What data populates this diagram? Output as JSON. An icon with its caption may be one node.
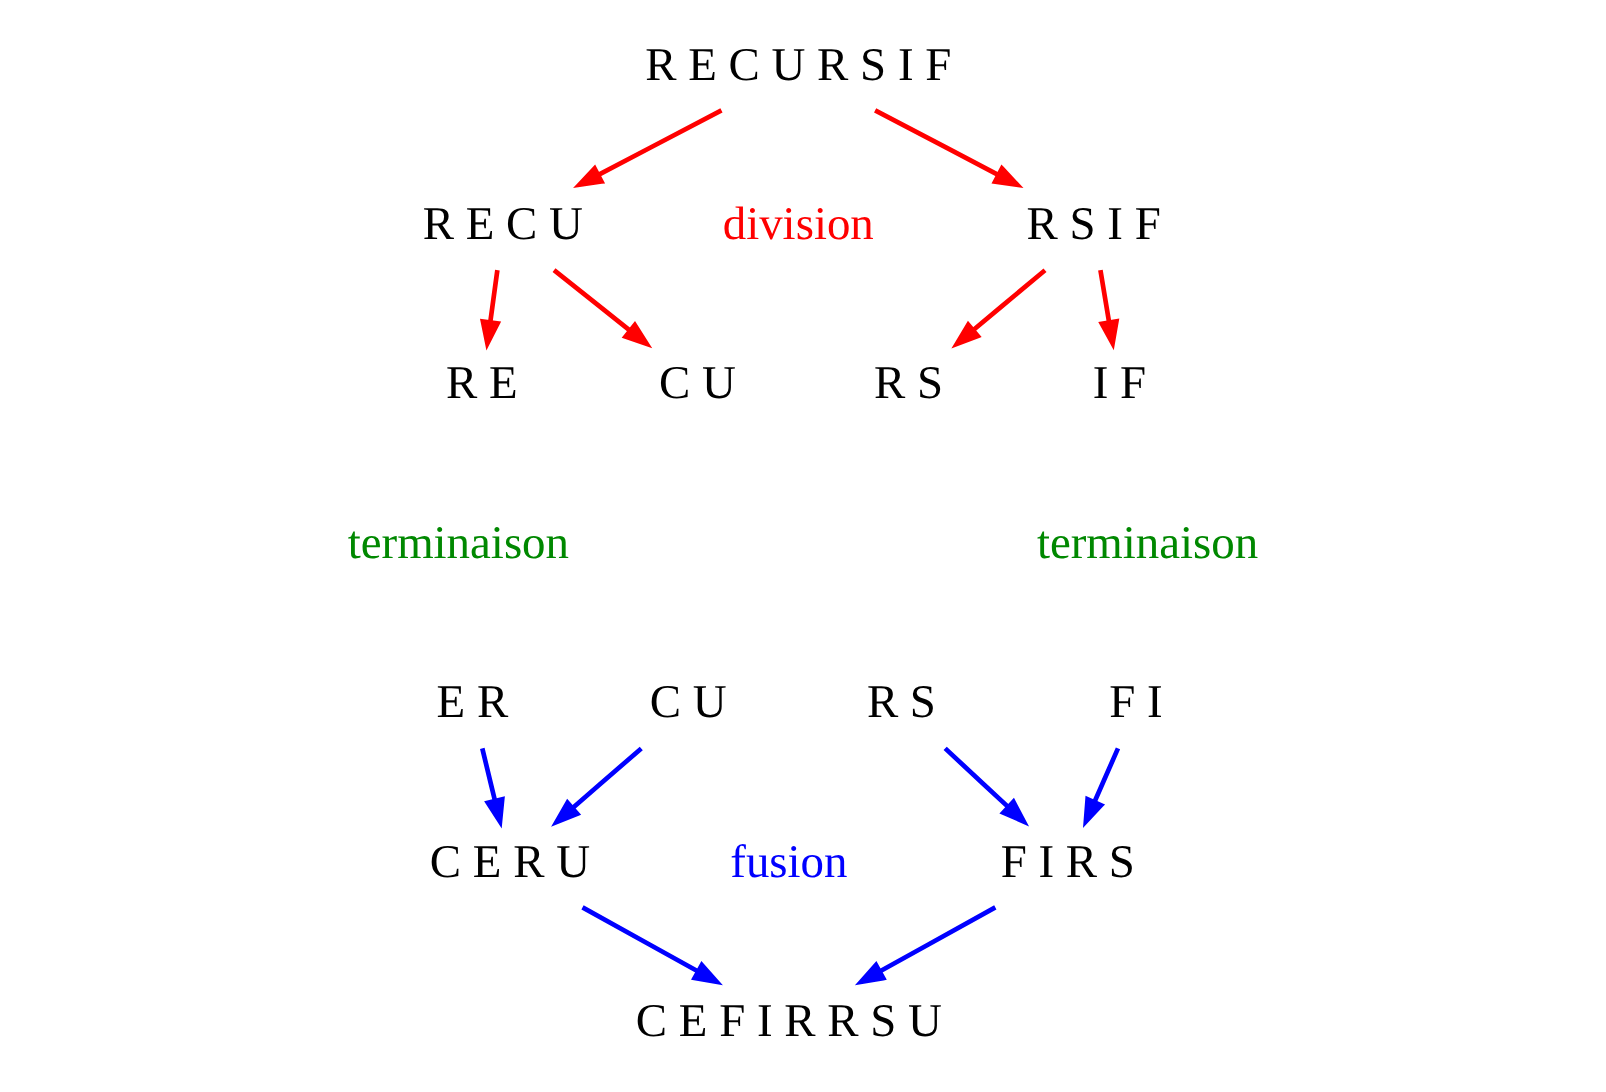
{
  "diagram": {
    "nodes": [
      {
        "text": [
          "R E C U R S I F"
        ]
      },
      {
        "text": [
          "R E C U"
        ]
      },
      {
        "text": [
          "R S I F"
        ]
      },
      {
        "text": [
          "R E"
        ]
      },
      {
        "text": [
          "C U"
        ]
      },
      {
        "text": [
          "R S"
        ]
      },
      {
        "text": [
          "I F"
        ]
      },
      {
        "text": [
          "E R"
        ]
      },
      {
        "text": [
          "C U"
        ]
      },
      {
        "text": [
          "R S"
        ]
      },
      {
        "text": [
          "F I"
        ]
      },
      {
        "text": [
          "C E R U"
        ]
      },
      {
        "text": [
          "F I R S"
        ]
      },
      {
        "text": [
          "C E F I R R S U"
        ]
      }
    ],
    "edges": [
      {
        "from": 0,
        "to": 1,
        "arrow": "to",
        "color": "#ff0000"
      },
      {
        "from": 0,
        "to": 2,
        "arrow": "to",
        "color": "#ff0000"
      },
      {
        "from": 1,
        "to": 3,
        "arrow": "to",
        "color": "#ff0000"
      },
      {
        "from": 1,
        "to": 4,
        "arrow": "to",
        "color": "#ff0000"
      },
      {
        "from": 2,
        "to": 5,
        "arrow": "to",
        "color": "#ff0000"
      },
      {
        "from": 2,
        "to": 6,
        "arrow": "to",
        "color": "#ff0000"
      },
      {
        "from": 7,
        "to": 11,
        "arrow": "to",
        "color": "#0000ff"
      },
      {
        "from": 8,
        "to": 11,
        "arrow": "to",
        "color": "#0000ff"
      },
      {
        "from": 9,
        "to": 12,
        "arrow": "to",
        "color": "#0000ff"
      },
      {
        "from": 10,
        "to": 12,
        "arrow": "to",
        "color": "#0000ff"
      },
      {
        "from": 11,
        "to": 13,
        "arrow": "to",
        "color": "#0000ff"
      },
      {
        "from": 12,
        "to": 13,
        "arrow": "to",
        "color": "#0000ff"
      }
    ],
    "labels": [
      "division",
      "terminaison",
      "terminaison",
      "fusion"
    ]
  }
}
